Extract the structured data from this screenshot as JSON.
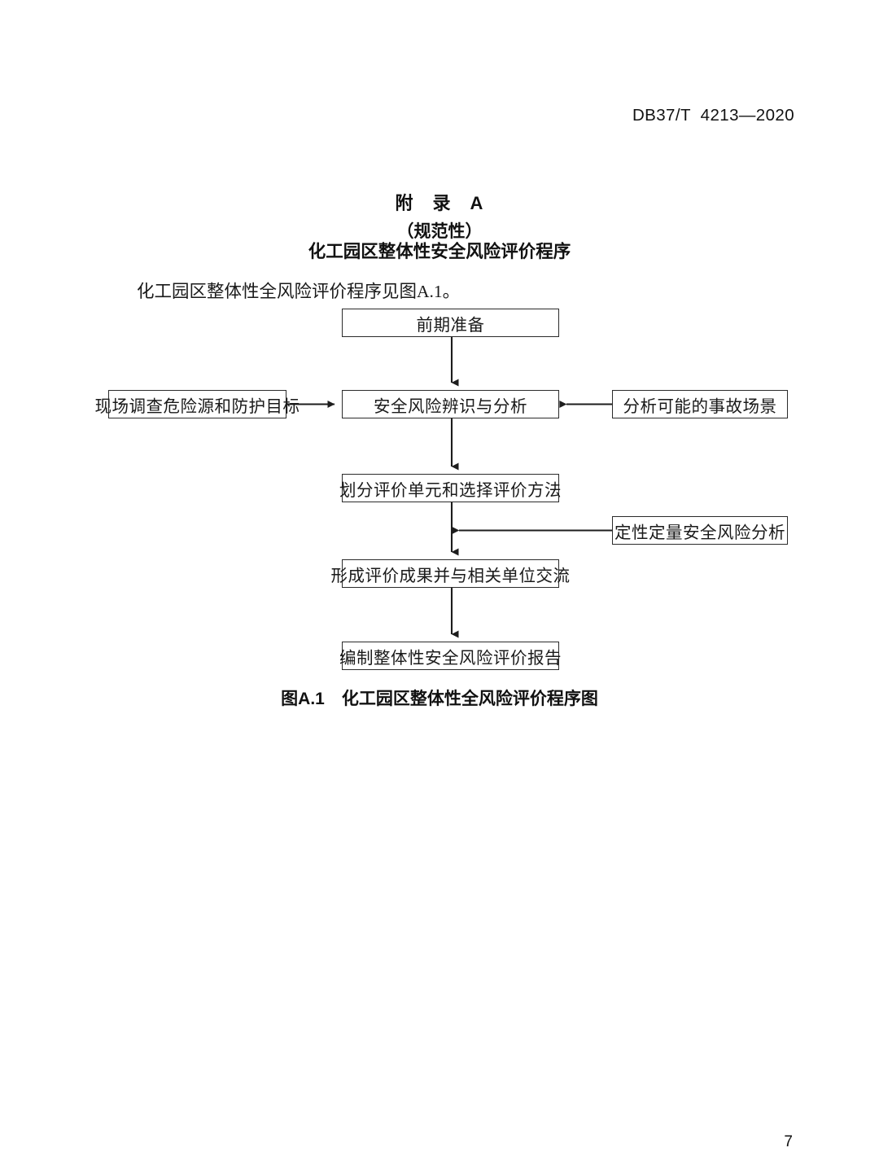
{
  "header": {
    "standard_code": "DB37/T  4213—2020"
  },
  "annex": {
    "label": "附　录　A",
    "type": "（规范性）",
    "name": "化工园区整体性安全风险评价程序"
  },
  "body": {
    "paragraph": "化工园区整体性全风险评价程序见图A.1。"
  },
  "figure": {
    "caption_number": "图A.1",
    "caption_title": "化工园区整体性全风险评价程序图",
    "caption_full": "图A.1　化工园区整体性全风险评价程序图",
    "nodes": {
      "preparation": "前期准备",
      "identification": "安全风险辨识与分析",
      "unit_method": "划分评价单元和选择评价方法",
      "result_exchange": "形成评价成果并与相关单位交流",
      "report": "编制整体性安全风险评价报告",
      "site_survey": "现场调查危险源和防护目标",
      "accident_scenario": "分析可能的事故场景",
      "quant_analysis": "定性定量安全风险分析"
    }
  },
  "footer": {
    "page_number": "7"
  },
  "colors": {
    "text": "#1a1a1a",
    "line": "#2b2b2b",
    "background": "#ffffff"
  }
}
